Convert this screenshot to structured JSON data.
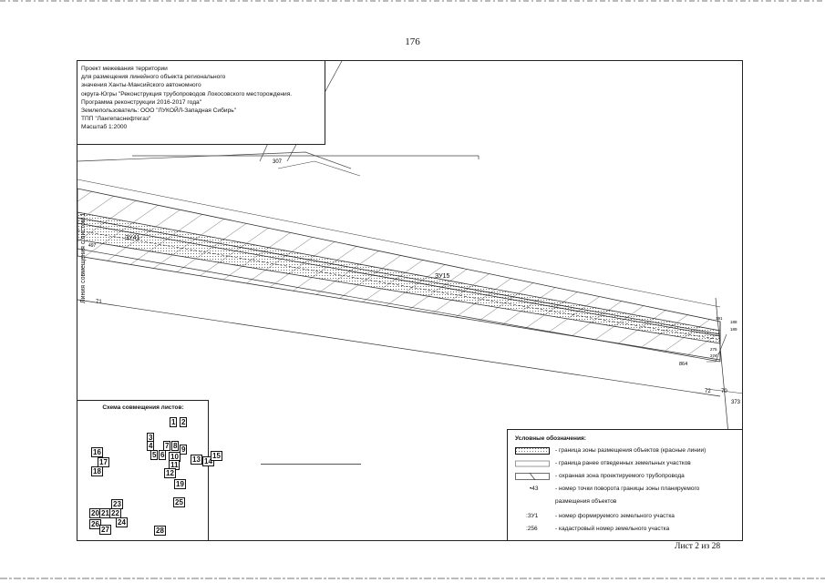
{
  "page_number": "176",
  "title_block": {
    "lines": [
      "Проект межевания территории",
      "для размещения линейного объекта регионального",
      "значения Ханты-Мансийского автономного",
      "округа-Югры \"Реконструкция трубопроводов Локосовского месторождения.",
      "Программа реконструкции 2016-2017 года\"",
      "Землепользователь: ООО \"ЛУКОЙЛ-Западная Сибирь\"",
      "ТПП \"Лангепаснефтегаз\"",
      "Масштаб 1:2000"
    ]
  },
  "match_line_label": "Линия совмещения с листом 1",
  "map_labels": {
    "parcel_zu41": "ЗУ41",
    "parcel_zu15": "ЗУ15",
    "cad_307": "307",
    "cad_71": "71",
    "cad_497": "497",
    "cad_864": "864",
    "cad_373": "373",
    "cad_70": "70",
    "cad_72": "72",
    "pt_188": "188",
    "pt_189": "189",
    "pt_191": "191",
    "pt_275": "275",
    "pt_274": "274"
  },
  "scheme": {
    "title": "Схема совмещения листов:",
    "sheets": [
      "1",
      "2",
      "3",
      "4",
      "5",
      "6",
      "7",
      "8",
      "9",
      "10",
      "11",
      "12",
      "13",
      "14",
      "15",
      "16",
      "17",
      "18",
      "19",
      "20",
      "21",
      "22",
      "23",
      "24",
      "25",
      "26",
      "27",
      "28"
    ]
  },
  "legend": {
    "title": "Условные обозначения:",
    "items": [
      {
        "symbol": "red-line-zone",
        "text": "- граница зоны размещения объектов (красные линии)"
      },
      {
        "symbol": "thin-line",
        "text": "- граница ранее отведенных земельных участков"
      },
      {
        "symbol": "hatched-zone",
        "text": "- охранная зона проектируемого трубопровода"
      },
      {
        "symbol": "point-marker",
        "symbol_text": "•43",
        "text": "- номер точки поворота границы зоны планируемого"
      },
      {
        "symbol": "none",
        "text": "размещения объектов"
      },
      {
        "symbol": "text-code",
        "symbol_text": ":ЗУ1",
        "text": "- номер формируемого земельного участка"
      },
      {
        "symbol": "text-code",
        "symbol_text": ":256",
        "text": "- кадастровый номер земельного участка"
      }
    ]
  },
  "sheet_label": "Лист 2 из 28"
}
